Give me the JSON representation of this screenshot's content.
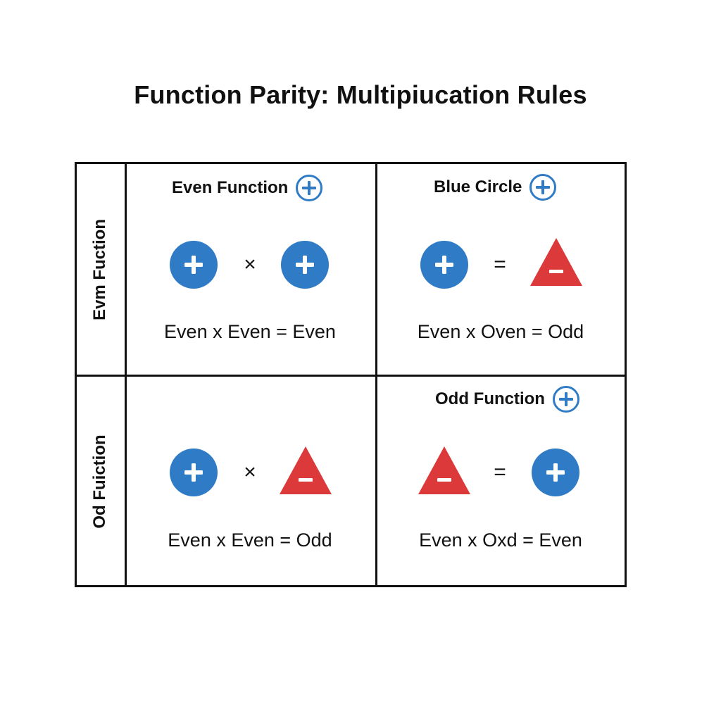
{
  "title": "Function Parity: Multipiucation Rules",
  "colors": {
    "blue": "#2f7bc6",
    "red": "#dc3a3a",
    "border": "#111111"
  },
  "rows": {
    "top_label": "Evm Fuction",
    "bottom_label": "Od Fuiction"
  },
  "cells": {
    "top_left": {
      "header": "Even Function",
      "header_icon": "plus-outline-circle-icon",
      "left_symbol": "blue-plus-circle-icon",
      "operator": "×",
      "right_symbol": "blue-plus-circle-icon",
      "equation": "Even x Even = Even"
    },
    "top_right": {
      "header": "Blue Circle",
      "header_icon": "plus-outline-circle-icon",
      "left_symbol": "blue-plus-circle-icon",
      "operator": "=",
      "right_symbol": "red-minus-triangle-icon",
      "equation": "Even x Oven = Odd"
    },
    "bottom_left": {
      "left_symbol": "blue-plus-circle-icon",
      "operator": "×",
      "right_symbol": "red-minus-triangle-icon",
      "equation": "Even x Even = Odd"
    },
    "bottom_right": {
      "header": "Odd Function",
      "header_icon": "plus-outline-circle-icon",
      "left_symbol": "red-minus-triangle-icon",
      "operator": "=",
      "right_symbol": "blue-plus-circle-icon",
      "equation": "Even x Oxd = Even"
    }
  }
}
